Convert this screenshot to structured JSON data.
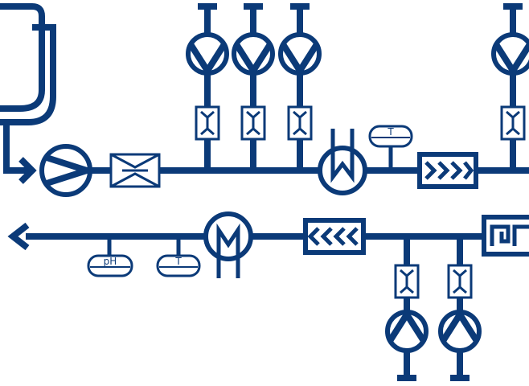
{
  "diagram": {
    "accent_color": "#0b3a78",
    "background_color": "#ffffff",
    "sensors": {
      "upper_temperature": "T",
      "lower_temperature": "T",
      "lower_ph": "pH"
    }
  }
}
